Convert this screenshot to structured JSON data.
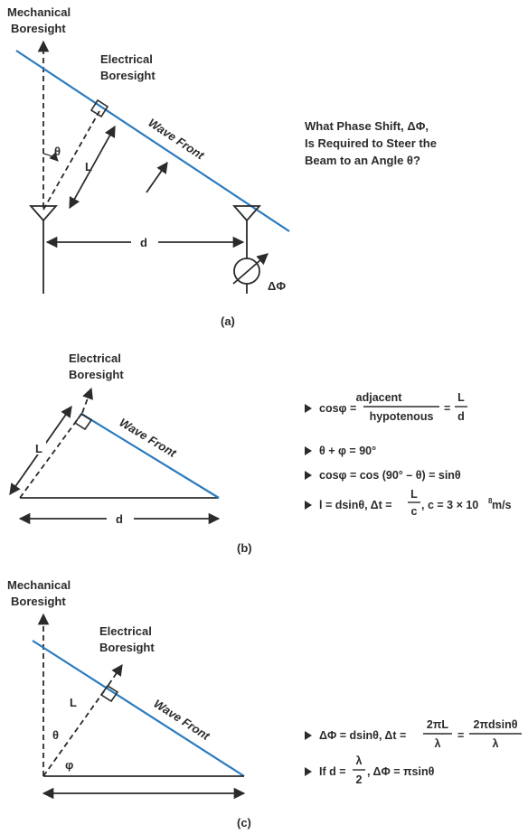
{
  "panel_a": {
    "mechanical_boresight": [
      "Mechanical",
      "Boresight"
    ],
    "electrical_boresight": [
      "Electrical",
      "Boresight"
    ],
    "wave_front": "Wave Front",
    "theta": "θ",
    "L": "L",
    "d": "d",
    "delta_phi": "ΔΦ",
    "question": [
      "What Phase Shift, ΔΦ,",
      "Is Required to Steer the",
      "Beam to an Angle θ?"
    ],
    "caption": "(a)"
  },
  "panel_b": {
    "electrical_boresight": [
      "Electrical",
      "Boresight"
    ],
    "wave_front": "Wave Front",
    "L": "L",
    "d": "d",
    "caption": "(b)",
    "eq1_lhs": "cosφ =",
    "eq1_num": "adjacent",
    "eq1_den": "hypotenous",
    "eq1_eq": "=",
    "eq1_num2": "L",
    "eq1_den2": "d",
    "eq2": "θ + φ = 90°",
    "eq3": "cosφ = cos (90° – θ) = sinθ",
    "eq4_a": "l = dsinθ, Δt =",
    "eq4_num": "L",
    "eq4_den": "c",
    "eq4_b": ", c = 3 × 10",
    "eq4_sup": "8",
    "eq4_c": " m/s"
  },
  "panel_c": {
    "mechanical_boresight": [
      "Mechanical",
      "Boresight"
    ],
    "electrical_boresight": [
      "Electrical",
      "Boresight"
    ],
    "wave_front": "Wave Front",
    "L": "L",
    "theta": "θ",
    "phi": "φ",
    "caption": "(c)",
    "eq1_a": "ΔΦ = dsinθ, Δt =",
    "eq1_num": "2πL",
    "eq1_den": "λ",
    "eq1_eq": "=",
    "eq1_num2": "2πdsinθ",
    "eq1_den2": "λ",
    "eq2_a": "If d =",
    "eq2_num": "λ",
    "eq2_den": "2",
    "eq2_b": ", ΔΦ = πsinθ"
  },
  "colors": {
    "ink": "#2b2b2b",
    "wave_front_line": "#2b7bbf"
  },
  "icons": [
    "bullet-triangle-icon",
    "antenna-icon",
    "phase-shifter-icon"
  ]
}
